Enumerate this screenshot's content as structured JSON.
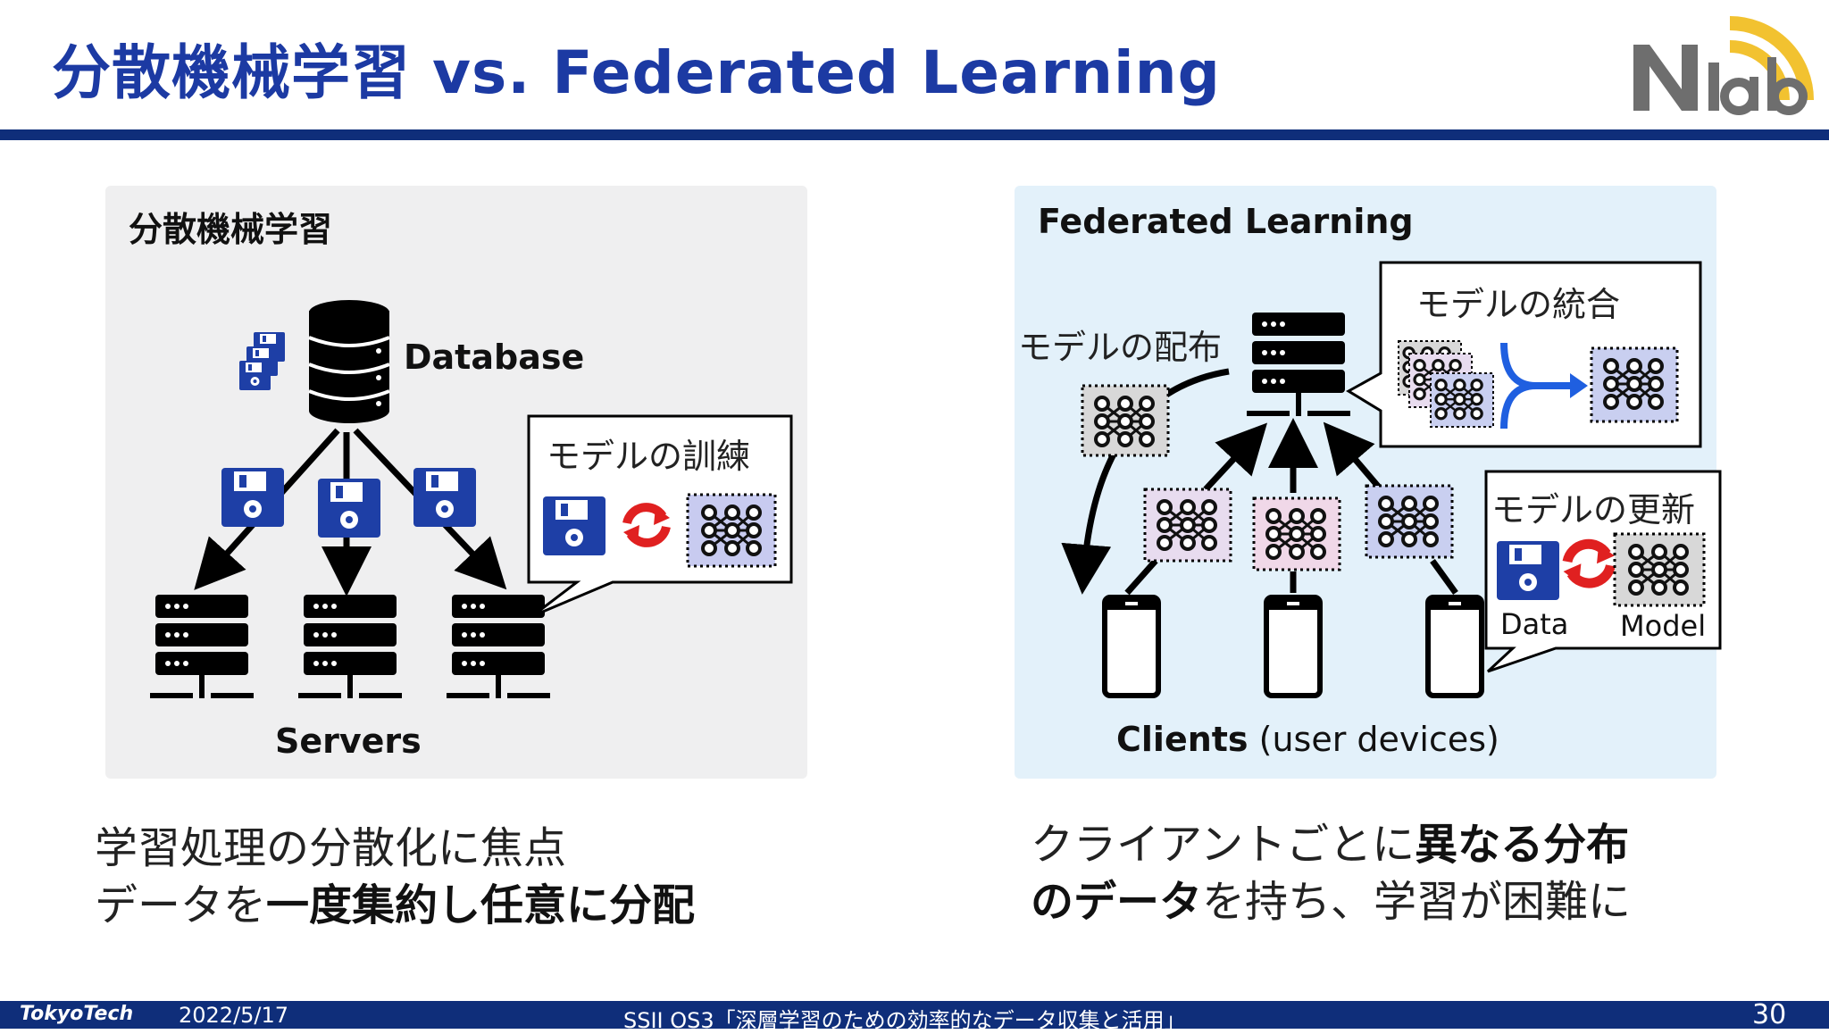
{
  "header": {
    "title": "分散機械学習 vs. Federated Learning",
    "logo_text": "N lab"
  },
  "left_panel": {
    "title": "分散機械学習",
    "database_label": "Database",
    "servers_label": "Servers",
    "callout_label": "モデルの訓練"
  },
  "right_panel": {
    "title": "Federated Learning",
    "distribute_label": "モデルの配布",
    "aggregate_label": "モデルの統合",
    "update_label": "モデルの更新",
    "data_label": "Data",
    "model_label": "Model",
    "clients_label_bold": "Clients",
    "clients_label_rest": " (user devices)"
  },
  "captions": {
    "left_line1": "学習処理の分散化に焦点",
    "left_line2_plain": "データを",
    "left_line2_bold": "一度集約し任意に分配",
    "right_line1_plain": "クライアントごとに",
    "right_line1_bold": "異なる分布",
    "right_line2_bold": "のデータ",
    "right_line2_plain": "を持ち、学習が困難に"
  },
  "footer": {
    "institution": "TokyoTech",
    "date": "2022/5/17",
    "event": "SSII OS3「深層学習のための効率的なデータ収集と活用」",
    "page_number": "30"
  },
  "colors": {
    "title_blue": "#1c3aa3",
    "rule_navy": "#0f2e7a",
    "disk_blue": "#1e3fa6",
    "sync_red": "#e02020",
    "merge_blue": "#1f5fe0",
    "logo_gold": "#f2c230",
    "logo_gray": "#6e6e6e"
  }
}
